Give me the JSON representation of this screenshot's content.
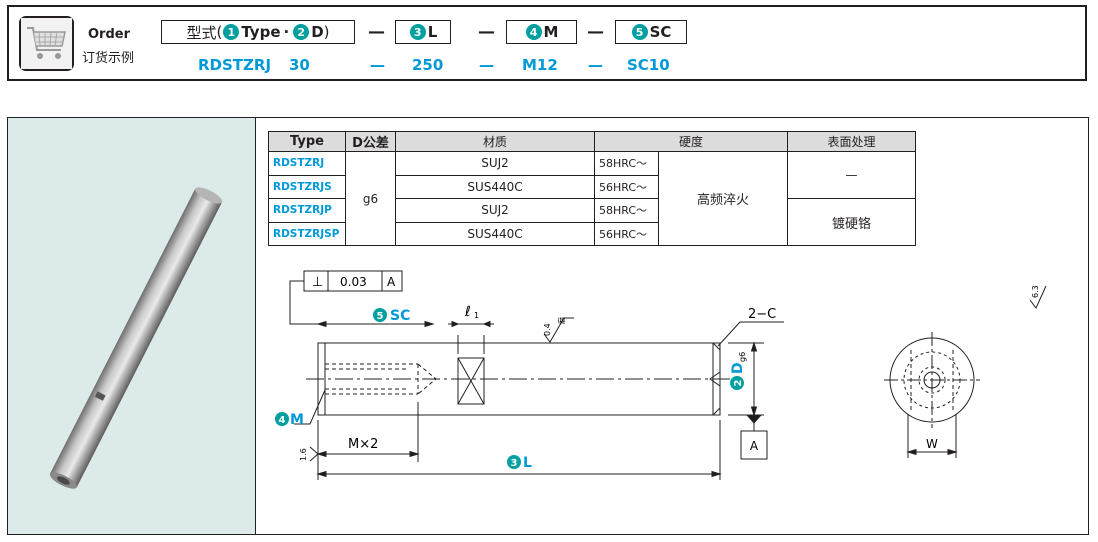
{
  "order": {
    "title_en": "Order",
    "title_cn": "订货示例",
    "model_label": "型式",
    "model_paren_open": "(",
    "model_paren_close": ")",
    "model_n1": "1",
    "model_type": "Type",
    "model_dot": "·",
    "model_n2": "2",
    "model_d": "D",
    "dash": "—",
    "length_n": "3",
    "length_label": "L",
    "thread_n": "4",
    "thread_label": "M",
    "sc_n": "5",
    "sc_label": "SC",
    "values": {
      "type": "RDSTZRJ",
      "d": "30",
      "l": "250",
      "m": "M12",
      "sc": "SC10"
    }
  },
  "table": {
    "headers": [
      "Type",
      "D公差",
      "材质",
      "硬度",
      "表面处理"
    ],
    "rows": [
      {
        "type": "RDSTZRJ",
        "material": "SUJ2",
        "hrc": "58HRC～"
      },
      {
        "type": "RDSTZRJS",
        "material": "SUS440C",
        "hrc": "56HRC～"
      },
      {
        "type": "RDSTZRJP",
        "material": "SUJ2",
        "hrc": "58HRC～"
      },
      {
        "type": "RDSTZRJSP",
        "material": "SUS440C",
        "hrc": "56HRC～"
      }
    ],
    "tolerance": "g6",
    "heat_treatment": "高频淬火",
    "surface_none": "—",
    "surface_plated": "镀硬铬"
  },
  "drawing": {
    "perp_symbol": "⊥",
    "perp_value": "0.03",
    "datum": "A",
    "sc_n": "5",
    "sc_label": "SC",
    "l1_label": "ℓ",
    "l1_sub": "1",
    "rough_grind": "0.4",
    "grind_mark": "磨",
    "chamfer": "2−C",
    "d_n": "2",
    "d_label": "D",
    "d_sub": "g6",
    "m_n": "4",
    "m_label": "M",
    "m_x2": "M×2",
    "rough_face": "1.6",
    "l_n": "3",
    "l_label": "L",
    "rough_general": "6.3",
    "w_label": "W",
    "datum_box": "A"
  },
  "colors": {
    "accent_blue": "#0099d8",
    "accent_teal": "#00a0a0",
    "photo_bg": "#dcebe9",
    "header_gray": "#dcdcdc"
  }
}
